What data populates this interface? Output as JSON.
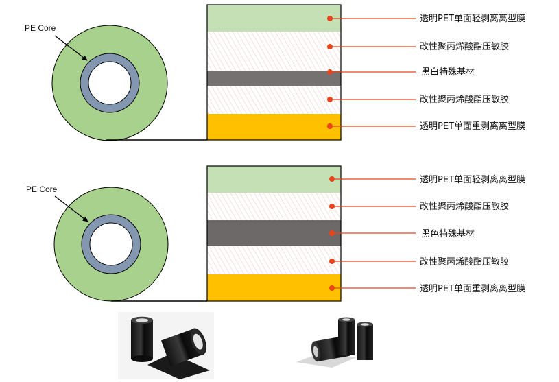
{
  "diagrams": [
    {
      "core_label": "PE Core",
      "layers": [
        {
          "label": "透明PET单面轻剥离离型膜",
          "fill": "#c5e0b4",
          "hatched": false
        },
        {
          "label": "改性聚丙烯酸酯压敏胶",
          "fill": "#ffffff",
          "hatched": true
        },
        {
          "label": "黑白特殊基材",
          "fill": "#767171",
          "hatched": false
        },
        {
          "label": "改性聚丙烯酸酯压敏胶",
          "fill": "#ffffff",
          "hatched": true
        },
        {
          "label": "透明PET单面重剥离离型膜",
          "fill": "#ffc000",
          "hatched": false
        }
      ]
    },
    {
      "core_label": "PE Core",
      "layers": [
        {
          "label": "透明PET单面轻剥离离型膜",
          "fill": "#c5e0b4",
          "hatched": false
        },
        {
          "label": "改性聚丙烯酸酯压敏胶",
          "fill": "#ffffff",
          "hatched": true
        },
        {
          "label": "黑色特殊基材",
          "fill": "#6d6969",
          "hatched": false
        },
        {
          "label": "改性聚丙烯酸酯压敏胶",
          "fill": "#ffffff",
          "hatched": true
        },
        {
          "label": "透明PET单面重剥离离型膜",
          "fill": "#ffc000",
          "hatched": false
        }
      ]
    }
  ],
  "colors": {
    "roll_fill": "#a9d18e",
    "core_ring": "#8497b0",
    "leader_line": "#e8431b",
    "dot": "#e8431b"
  },
  "product_photos": [
    {
      "icon": "black-tape-rolls-photo-1"
    },
    {
      "icon": "black-tape-rolls-photo-2"
    }
  ]
}
